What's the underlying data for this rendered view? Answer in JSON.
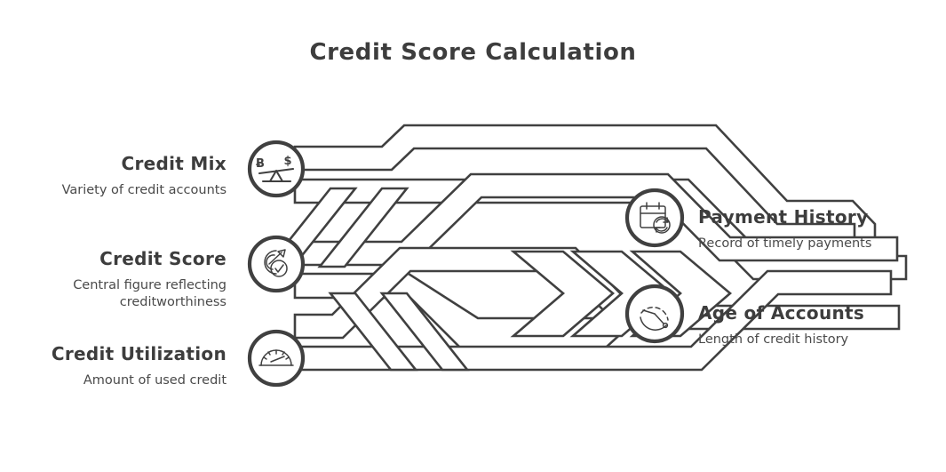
{
  "page": {
    "title": "Credit Score Calculation",
    "background_color": "#ffffff",
    "ink_color": "#404040"
  },
  "left_nodes": [
    {
      "id": "credit-mix",
      "title": "Credit Mix",
      "description": "Variety of credit accounts",
      "icon": "balance-scale-bitcoin-dollar-icon"
    },
    {
      "id": "credit-score",
      "title": "Credit Score",
      "description": "Central figure reflecting creditworthiness",
      "icon": "target-arrow-check-icon"
    },
    {
      "id": "credit-utilization",
      "title": "Credit Utilization",
      "description": "Amount of used credit",
      "icon": "speedometer-gauge-icon"
    }
  ],
  "right_nodes": [
    {
      "id": "payment-history",
      "title": "Payment History",
      "description": "Record of timely payments",
      "icon": "calendar-refresh-icon"
    },
    {
      "id": "age-of-accounts",
      "title": "Age of Accounts",
      "description": "Length of credit history",
      "icon": "clock-dashed-icon"
    }
  ],
  "glyph_text": {
    "bitcoin_symbol": "Ƀ",
    "dollar_symbol": "$"
  }
}
